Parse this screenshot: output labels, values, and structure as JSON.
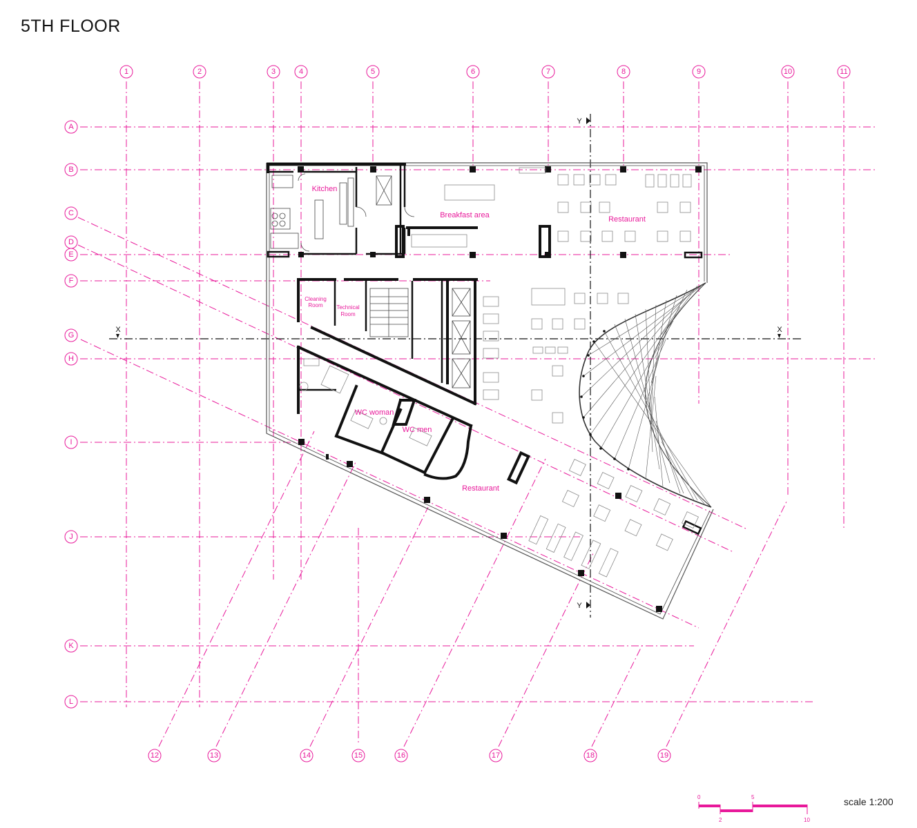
{
  "title": "5TH FLOOR",
  "scale_label": "scale 1:200",
  "grid_columns": [
    "1",
    "2",
    "3",
    "4",
    "5",
    "6",
    "7",
    "8",
    "9",
    "10",
    "11"
  ],
  "grid_rows": [
    "A",
    "B",
    "C",
    "D",
    "E",
    "F",
    "G",
    "H",
    "I",
    "J",
    "K",
    "L"
  ],
  "grid_diagonals": [
    "12",
    "13",
    "14",
    "15",
    "16",
    "17",
    "18",
    "19"
  ],
  "section_markers": {
    "x": "X",
    "y": "Y"
  },
  "rooms": {
    "kitchen": "Kitchen",
    "breakfast": "Breakfast area",
    "restaurant_top": "Restaurant",
    "cleaning_line1": "Cleaning",
    "cleaning_line2": "Room",
    "technical_line1": "Technical",
    "technical_line2": "Room",
    "wc_woman": "WC woman",
    "wc_men": "WC men",
    "restaurant_bottom": "Restaurant"
  },
  "scale_bar_ticks": [
    "0",
    "2",
    "5",
    "10"
  ],
  "colors": {
    "grid": "#e8189a",
    "walls": "#111111",
    "furniture": "#8a8a8a"
  }
}
